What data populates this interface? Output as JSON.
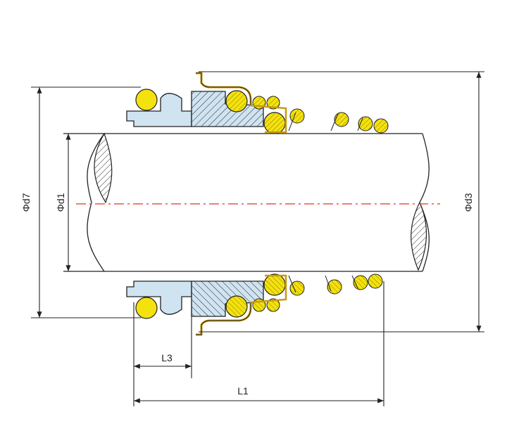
{
  "labels": {
    "d7": "Φd7",
    "d1": "Φd1",
    "d3": "Φd3",
    "l3": "L3",
    "l1": "L1"
  },
  "colors": {
    "line": "#222222",
    "seat_fill": "#cfe3f1",
    "oring_fill": "#f4e20e",
    "oring_stroke": "#8a7a00",
    "centerline": "#e53222",
    "metal_stroke": "#c89b10"
  }
}
